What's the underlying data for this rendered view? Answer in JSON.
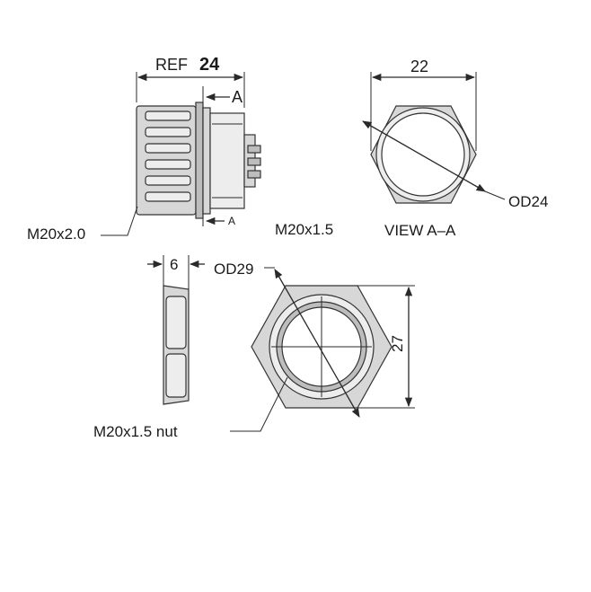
{
  "labels": {
    "ref_prefix": "REF",
    "ref_value": "24",
    "section_a_top": "A",
    "section_a_bottom": "A",
    "thread_gland": "M20x2.0",
    "thread_body": "M20x1.5",
    "view": "VIEW A–A",
    "dim_22": "22",
    "od24": "OD24",
    "dim_6": "6",
    "od29": "OD29",
    "dim_27": "27",
    "nut": "M20x1.5 nut"
  }
}
